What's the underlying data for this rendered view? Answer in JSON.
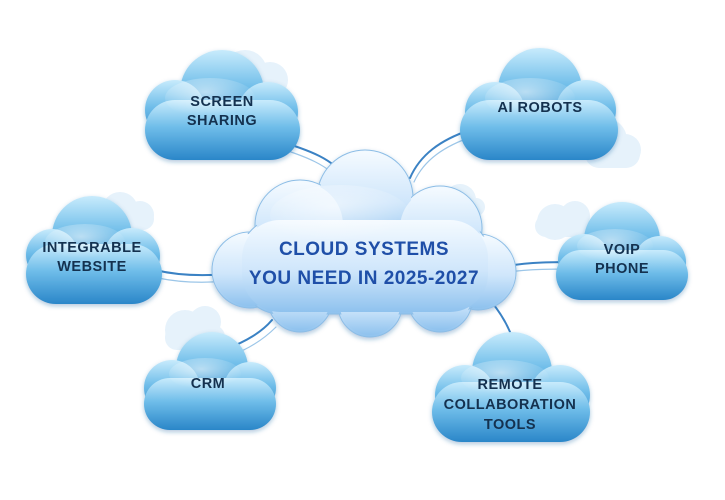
{
  "colors": {
    "background": "#ffffff",
    "center_cloud_top": "#eef7ff",
    "center_cloud_bottom": "#8fc2ee",
    "center_text": "#1f4fa8",
    "node_cloud_top": "#bfe6fb",
    "node_cloud_bottom": "#2a86c8",
    "node_text": "#14314f",
    "connector": "#3b82c4",
    "ghost_cloud": "#e4f1fb"
  },
  "center": {
    "line1": "CLOUD SYSTEMS",
    "line2": "YOU NEED IN 2025-2027"
  },
  "nodes": {
    "screen_sharing": {
      "line1": "SCREEN",
      "line2": "SHARING"
    },
    "ai_robots": {
      "line1": "AI ROBOTS"
    },
    "integrable_website": {
      "line1": "INTEGRABLE",
      "line2": "WEBSITE"
    },
    "voip_phone": {
      "line1": "VOIP",
      "line2": "PHONE"
    },
    "crm": {
      "line1": "CRM"
    },
    "remote_collaboration_tools": {
      "line1": "REMOTE",
      "line2": "COLLABORATION",
      "line3": "TOOLS"
    }
  }
}
